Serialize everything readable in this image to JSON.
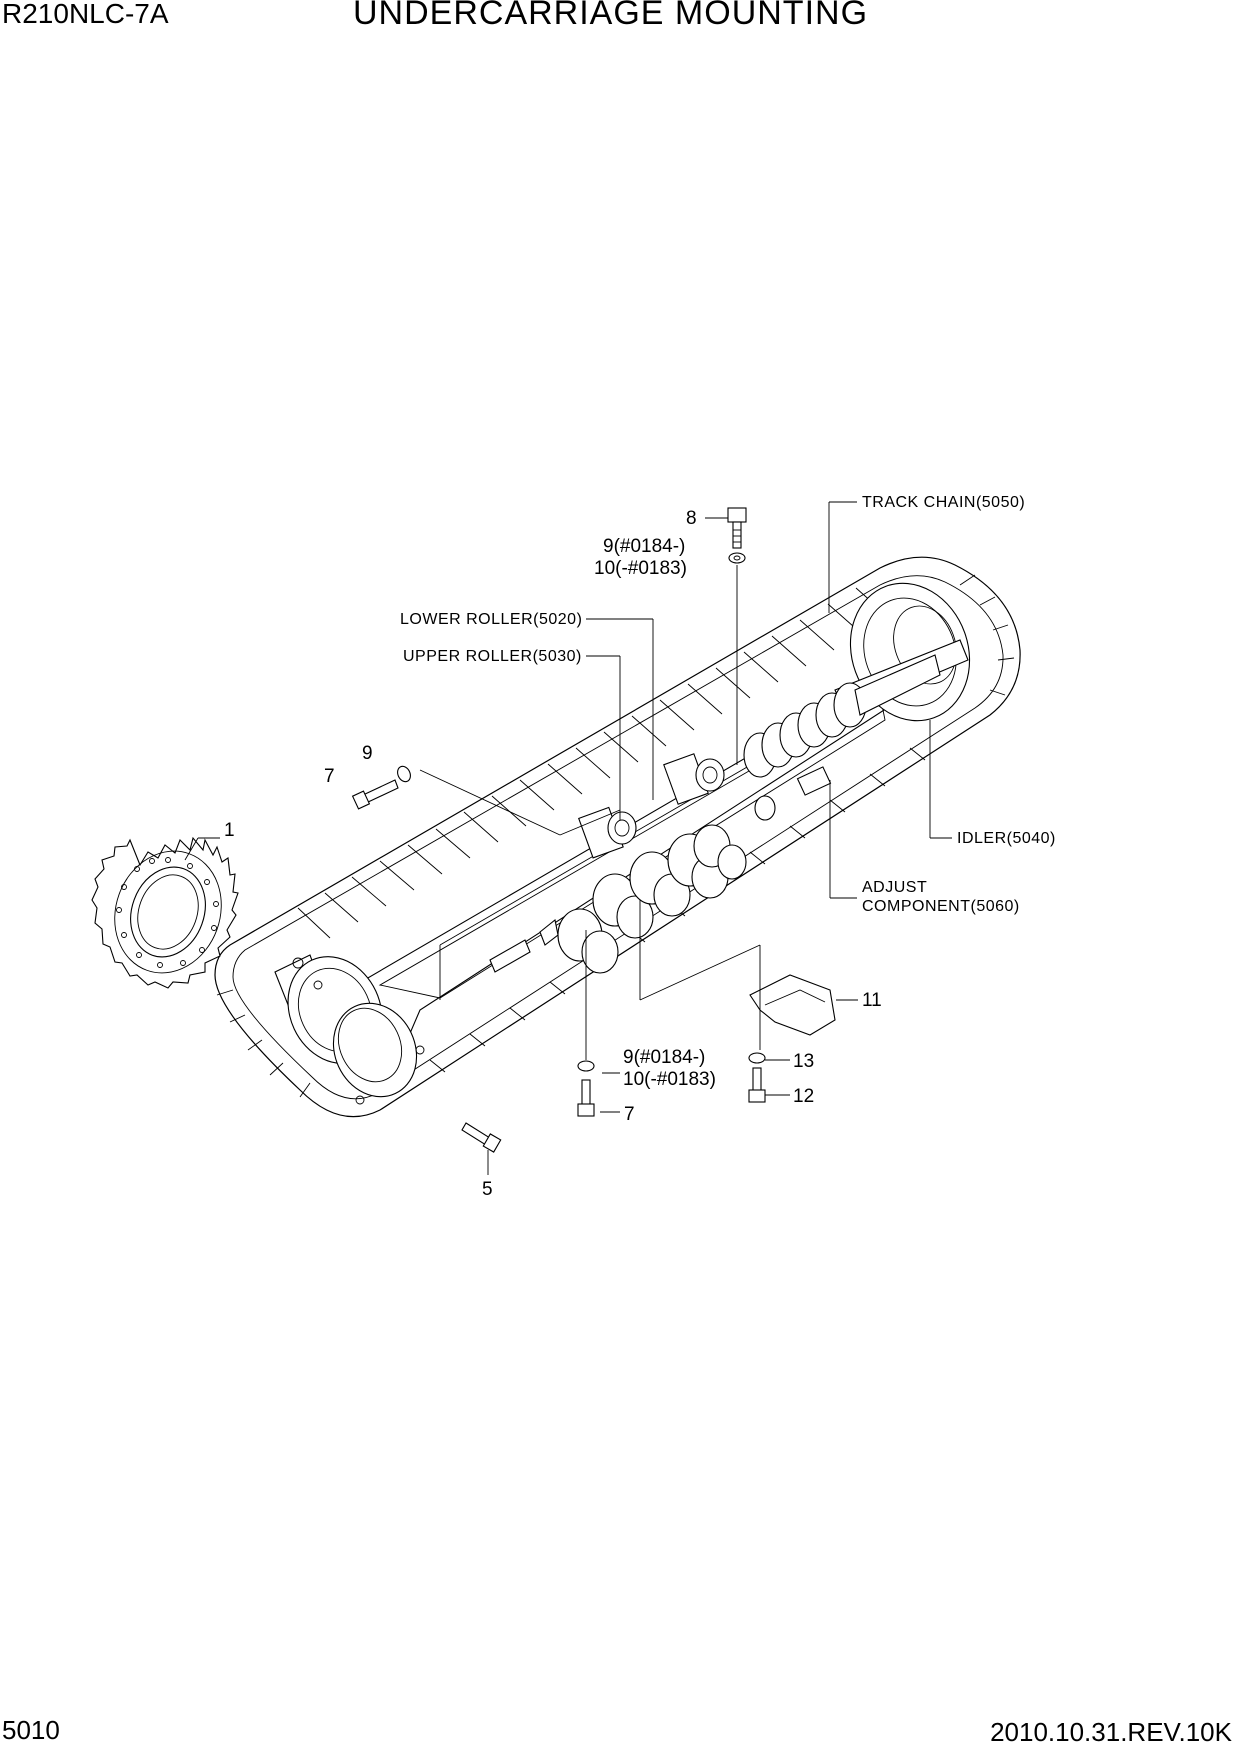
{
  "header": {
    "model": "R210NLC-7A",
    "title": "UNDERCARRIAGE MOUNTING"
  },
  "footer": {
    "page_number": "5010",
    "revision": "2010.10.31.REV.10K"
  },
  "callouts": {
    "track_chain": "TRACK CHAIN(5050)",
    "lower_roller": "LOWER ROLLER(5020)",
    "upper_roller": "UPPER ROLLER(5030)",
    "idler": "IDLER(5040)",
    "adjust_component_line1": "ADJUST",
    "adjust_component_line2": "COMPONENT(5060)",
    "item_1": "1",
    "item_5": "5",
    "item_7_left": "7",
    "item_7_bottom": "7",
    "item_8": "8",
    "item_9_left": "9",
    "item_9_top": "9(#0184-)",
    "item_10_top": "10(-#0183)",
    "item_9_bottom": "9(#0184-)",
    "item_10_bottom": "10(-#0183)",
    "item_11": "11",
    "item_12": "12",
    "item_13": "13"
  }
}
